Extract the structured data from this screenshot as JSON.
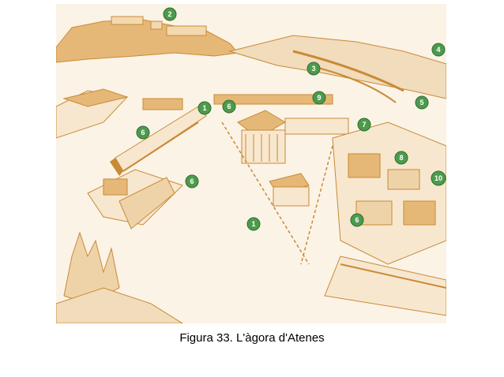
{
  "figure": {
    "caption": "Figura 33. L'àgora d'Atenes",
    "ink_color": "#c98a36",
    "paper_color": "#fbf3e6",
    "marker_color": "#4d9a4d",
    "markers": [
      "2",
      "4",
      "3",
      "9",
      "5",
      "1",
      "6",
      "7",
      "6",
      "8",
      "10",
      "6",
      "1",
      "6"
    ]
  }
}
